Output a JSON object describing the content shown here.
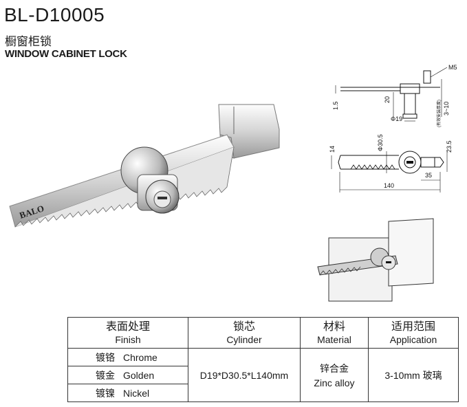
{
  "header": {
    "model": "BL-D10005",
    "title_cn": "橱窗柜锁",
    "title_en": "WINDOW CABINET LOCK"
  },
  "product_image": {
    "brand": "BALO"
  },
  "diagram": {
    "label_m5": "M5",
    "dim_1_5": "1.5",
    "dim_20": "20",
    "dim_3_10": "3~10",
    "note_cn": "(有效安装厚度)",
    "dim_phi19": "Φ19",
    "dim_phi30_5": "Φ30.5",
    "dim_14": "14",
    "dim_23_5": "23.5",
    "dim_35": "35",
    "dim_140": "140"
  },
  "table": {
    "headers": [
      {
        "cn": "表面处理",
        "en": "Finish"
      },
      {
        "cn": "锁芯",
        "en": "Cylinder"
      },
      {
        "cn": "材料",
        "en": "Material"
      },
      {
        "cn": "适用范围",
        "en": "Application"
      }
    ],
    "finishes": [
      {
        "cn": "镀铬",
        "en": "Chrome"
      },
      {
        "cn": "镀金",
        "en": "Golden"
      },
      {
        "cn": "镀镍",
        "en": "Nickel"
      }
    ],
    "cylinder": "D19*D30.5*L140mm",
    "material_cn": "锌合金",
    "material_en": "Zinc alloy",
    "application": "3-10mm 玻璃"
  }
}
